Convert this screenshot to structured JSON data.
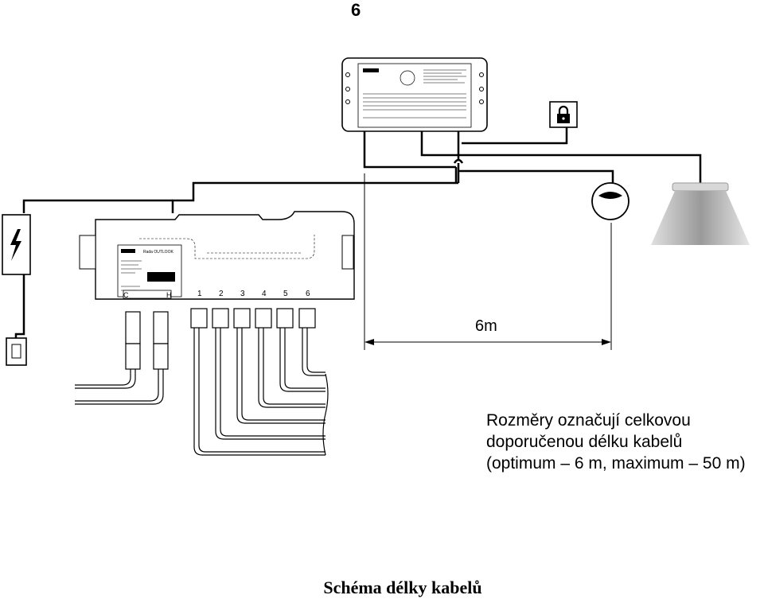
{
  "page": {
    "number": "6"
  },
  "dimension": {
    "label": "6m"
  },
  "note": {
    "line1": "Rozměry označují celkovou",
    "line2": "doporučenou délku kabelů",
    "line3": "(optimum – 6 m, maximum – 50 m)"
  },
  "caption": "Schéma délky kabelů",
  "control_box": {
    "brand": "rada",
    "model": "Rada OUTLOOK",
    "ports": [
      "1",
      "2",
      "3",
      "4",
      "5",
      "6"
    ],
    "supply_labels": [
      "C",
      "H"
    ]
  }
}
